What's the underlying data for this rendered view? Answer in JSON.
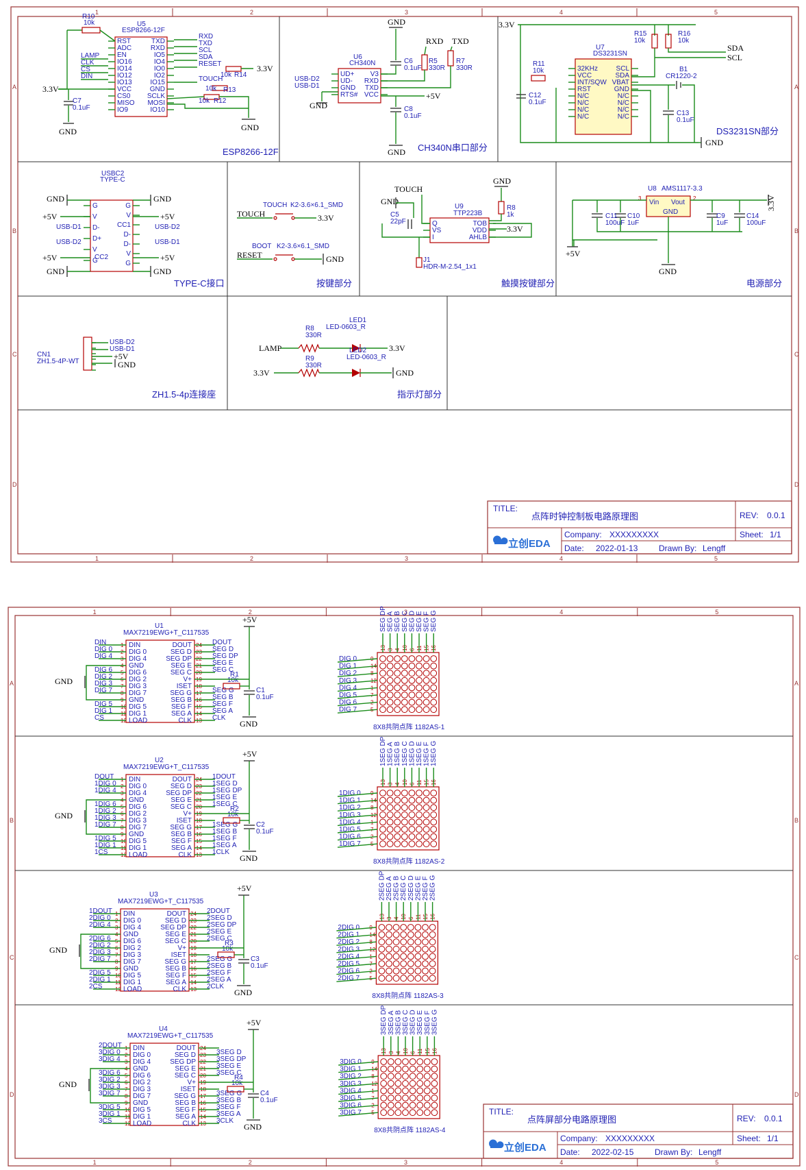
{
  "sheet1": {
    "grid_cols": [
      "1",
      "2",
      "3",
      "4",
      "5"
    ],
    "grid_rows": [
      "A",
      "B",
      "C",
      "D"
    ],
    "sections": {
      "esp": "ESP8266-12F",
      "ch340": "CH340N串口部分",
      "ds3231": "DS3231SN部分",
      "typec": "TYPE-C接口",
      "keys": "按键部分",
      "touch": "触摸按键部分",
      "power": "电源部分",
      "zh": "ZH1.5-4p连接座",
      "leds": "指示灯部分"
    },
    "u5": {
      "ref": "U5",
      "part": "ESP8266-12F",
      "left_pins": [
        "RST",
        "ADC",
        "EN",
        "IO16",
        "IO14",
        "IO12",
        "IO13",
        "VCC",
        "CS0",
        "MISO",
        "IO9"
      ],
      "right_pins": [
        "TXD",
        "RXD",
        "IO5",
        "IO4",
        "IO0",
        "IO2",
        "IO15",
        "GND",
        "SCLK",
        "MOSI",
        "IO10"
      ],
      "left_nets": [
        "LAMP",
        "CLK",
        "CS",
        "DIN"
      ],
      "right_nets": [
        "RXD",
        "TXD",
        "SCL",
        "SDA",
        "RESET",
        "TOUCH"
      ],
      "r10": "R10",
      "r10v": "10k",
      "r14": "R14",
      "r13": "R13",
      "r12": "R12",
      "rv": "10k",
      "c7": "C7",
      "c7v": "0.1uF",
      "v33": "3.3V",
      "gnd": "GND"
    },
    "u6": {
      "ref": "U6",
      "part": "CH340N",
      "left_pins": [
        "UD+",
        "UD-",
        "GND",
        "RTS#"
      ],
      "right_pins": [
        "V3",
        "RXD",
        "TXD",
        "VCC"
      ],
      "nets": [
        "USB-D2",
        "USB-D1"
      ],
      "c6": "C6",
      "c6v": "0.1uF",
      "c8": "C8",
      "c8v": "0.1uF",
      "r5": "R5",
      "r5v": "330R",
      "r7": "R7",
      "r7v": "330R",
      "rxd": "RXD",
      "txd": "TXD",
      "v5": "+5V",
      "gnd": "GND"
    },
    "u7": {
      "ref": "U7",
      "part": "DS3231SN",
      "left_pins": [
        "32KHz",
        "VCC",
        "INT/SQW",
        "RST",
        "N/C",
        "N/C",
        "N/C",
        "N/C"
      ],
      "right_pins": [
        "SCL",
        "SDA",
        "VBAT",
        "GND",
        "N/C",
        "N/C",
        "N/C",
        "N/C"
      ],
      "r15": "R15",
      "r16": "R16",
      "r11": "R11",
      "rv": "10k",
      "c12": "C12",
      "c13": "C13",
      "cv": "0.1uF",
      "b1": "B1",
      "b1v": "CR1220-2",
      "sda": "SDA",
      "scl": "SCL",
      "v33": "3.3V",
      "gnd": "GND"
    },
    "usbc": {
      "ref": "USBC2",
      "part": "TYPE-C",
      "left_pins": [
        "G",
        "V",
        "D-",
        "D+",
        "V",
        "G"
      ],
      "right_pins": [
        "G",
        "V",
        "CC1",
        "D-",
        "D-",
        "V",
        "G"
      ],
      "cc2": "CC2",
      "nets": [
        "USB-D1",
        "USB-D2",
        "USB-D2",
        "USB-D1"
      ],
      "v5": "+5V",
      "gnd": "GND"
    },
    "keys": {
      "k1_name": "TOUCH",
      "k1_part": "K2-3.6×6.1_SMD",
      "k1_net": "TOUCH",
      "v33": "3.3V",
      "k2_name": "BOOT",
      "k2_part": "K2-3.6×6.1_SMD",
      "k2_net": "RESET",
      "gnd": "GND"
    },
    "u9": {
      "ref": "U9",
      "part": "TTP223B",
      "left_pins": [
        "Q",
        "VS",
        "I"
      ],
      "right_pins": [
        "TOB",
        "VDD",
        "AHLB"
      ],
      "touch": "TOUCH",
      "c5": "C5",
      "c5v": "22pF",
      "r8": "R8",
      "r8v": "1k",
      "j1": "J1",
      "j1v": "HDR-M-2.54_1x1",
      "v33": "3.3V",
      "gnd": "GND"
    },
    "u8": {
      "ref": "U8",
      "part": "AMS1117-3.3",
      "vin": "Vin",
      "vout": "Vout",
      "gndp": "GND",
      "c11": "C11",
      "c11v": "100uF",
      "c10": "C10",
      "c10v": "1uF",
      "c9": "C9",
      "c9v": "1uF",
      "c14": "C14",
      "c14v": "100uF",
      "v33": "3.3V",
      "v5": "+5V",
      "gnd": "GND"
    },
    "cn1": {
      "ref": "CN1",
      "part": "ZH1.5-4P-WT",
      "nets": [
        "USB-D2",
        "USB-D1"
      ],
      "v5": "+5V",
      "gnd": "GND"
    },
    "leds": {
      "lamp": "LAMP",
      "r8": "R8",
      "r8v": "330R",
      "led1": "LED1",
      "led1v": "LED-0603_R",
      "r9": "R9",
      "r9v": "330R",
      "led2": "LED2",
      "led2v": "LED-0603_R",
      "v33": "3.3V",
      "gnd": "GND"
    },
    "title_block": {
      "title_label": "TITLE:",
      "title": "点阵时钟控制板电路原理图",
      "rev_label": "REV:",
      "rev": "0.0.1",
      "company_label": "Company:",
      "company": "XXXXXXXXX",
      "sheet_label": "Sheet:",
      "sheet": "1/1",
      "date_label": "Date:",
      "date": "2022-01-13",
      "drawn_label": "Drawn By:",
      "drawn": "Lengff",
      "logo": "立创EDA"
    }
  },
  "sheet2": {
    "grid_cols": [
      "1",
      "2",
      "3",
      "4",
      "5"
    ],
    "grid_rows": [
      "A",
      "B",
      "C",
      "D"
    ],
    "chips": [
      {
        "ref": "U1",
        "part": "MAX7219EWG+T_C117535",
        "r": "R1",
        "c": "C1",
        "mat": "8X8共阴点阵 1182AS-1",
        "pre": "",
        "dinNet": "DIN",
        "doutNet": "DOUT"
      },
      {
        "ref": "U2",
        "part": "MAX7219EWG+T_C117535",
        "r": "R2",
        "c": "C2",
        "mat": "8X8共阴点阵 1182AS-2",
        "pre": "1",
        "dinNet": "DOUT",
        "doutNet": "1DOUT"
      },
      {
        "ref": "U3",
        "part": "MAX7219EWG+T_C117535",
        "r": "R3",
        "c": "C3",
        "mat": "8X8共阴点阵 1182AS-3",
        "pre": "2",
        "dinNet": "1DOUT",
        "doutNet": "2DOUT"
      },
      {
        "ref": "U4",
        "part": "MAX7219EWG+T_C117535",
        "r": "R4",
        "c": "C4",
        "mat": "8X8共阴点阵 1182AS-4",
        "pre": "3",
        "dinNet": "2DOUT",
        "doutNet": ""
      }
    ],
    "left_pins": [
      "DIN",
      "DIG 0",
      "DIG 4",
      "GND",
      "DIG 6",
      "DIG 2",
      "DIG 3",
      "DIG 7",
      "GND",
      "DIG 5",
      "DIG 1",
      "LOAD"
    ],
    "right_pins": [
      "DOUT",
      "SEG D",
      "SEG DP",
      "SEG E",
      "SEG C",
      "V+",
      "ISET",
      "SEG G",
      "SEG B",
      "SEG F",
      "SEG A",
      "CLK"
    ],
    "left_nums": [
      "1",
      "2",
      "3",
      "4",
      "5",
      "6",
      "7",
      "8",
      "9",
      "10",
      "11",
      "12"
    ],
    "right_nums": [
      "24",
      "23",
      "22",
      "21",
      "20",
      "19",
      "18",
      "17",
      "16",
      "15",
      "14",
      "13"
    ],
    "left_nets": [
      "",
      "DIG 0",
      "DIG 4",
      "",
      "DIG 6",
      "DIG 2",
      "DIG 3",
      "DIG 7",
      "",
      "DIG 5",
      "DIG 1",
      "CS"
    ],
    "right_nets": [
      "",
      "SEG D",
      "SEG DP",
      "SEG E",
      "SEG C",
      "",
      "",
      "SEG G",
      "SEG B",
      "SEG F",
      "SEG A",
      "CLK"
    ],
    "top_nets": [
      "SEG DP",
      "SEG A",
      "SEG B",
      "SEG C",
      "SEG D",
      "SEG E",
      "SEG F",
      "SEG G"
    ],
    "top_nums": [
      "13",
      "3",
      "4",
      "10",
      "6",
      "11",
      "15",
      "16"
    ],
    "row_nets": [
      "DIG 0",
      "DIG 1",
      "DIG 2",
      "DIG 3",
      "DIG 4",
      "DIG 5",
      "DIG 6",
      "DIG 7"
    ],
    "row_nums": [
      "9",
      "14",
      "8",
      "12",
      "1",
      "7",
      "2",
      "5"
    ],
    "rv": "10k",
    "cv": "0.1uF",
    "v5": "+5V",
    "gnd": "GND",
    "title_block": {
      "title_label": "TITLE:",
      "title": "点阵屏部分电路原理图",
      "rev_label": "REV:",
      "rev": "0.0.1",
      "company_label": "Company:",
      "company": "XXXXXXXXX",
      "sheet_label": "Sheet:",
      "sheet": "1/1",
      "date_label": "Date:",
      "date": "2022-02-15",
      "drawn_label": "Drawn By:",
      "drawn": "Lengff",
      "logo": "立创EDA"
    }
  }
}
